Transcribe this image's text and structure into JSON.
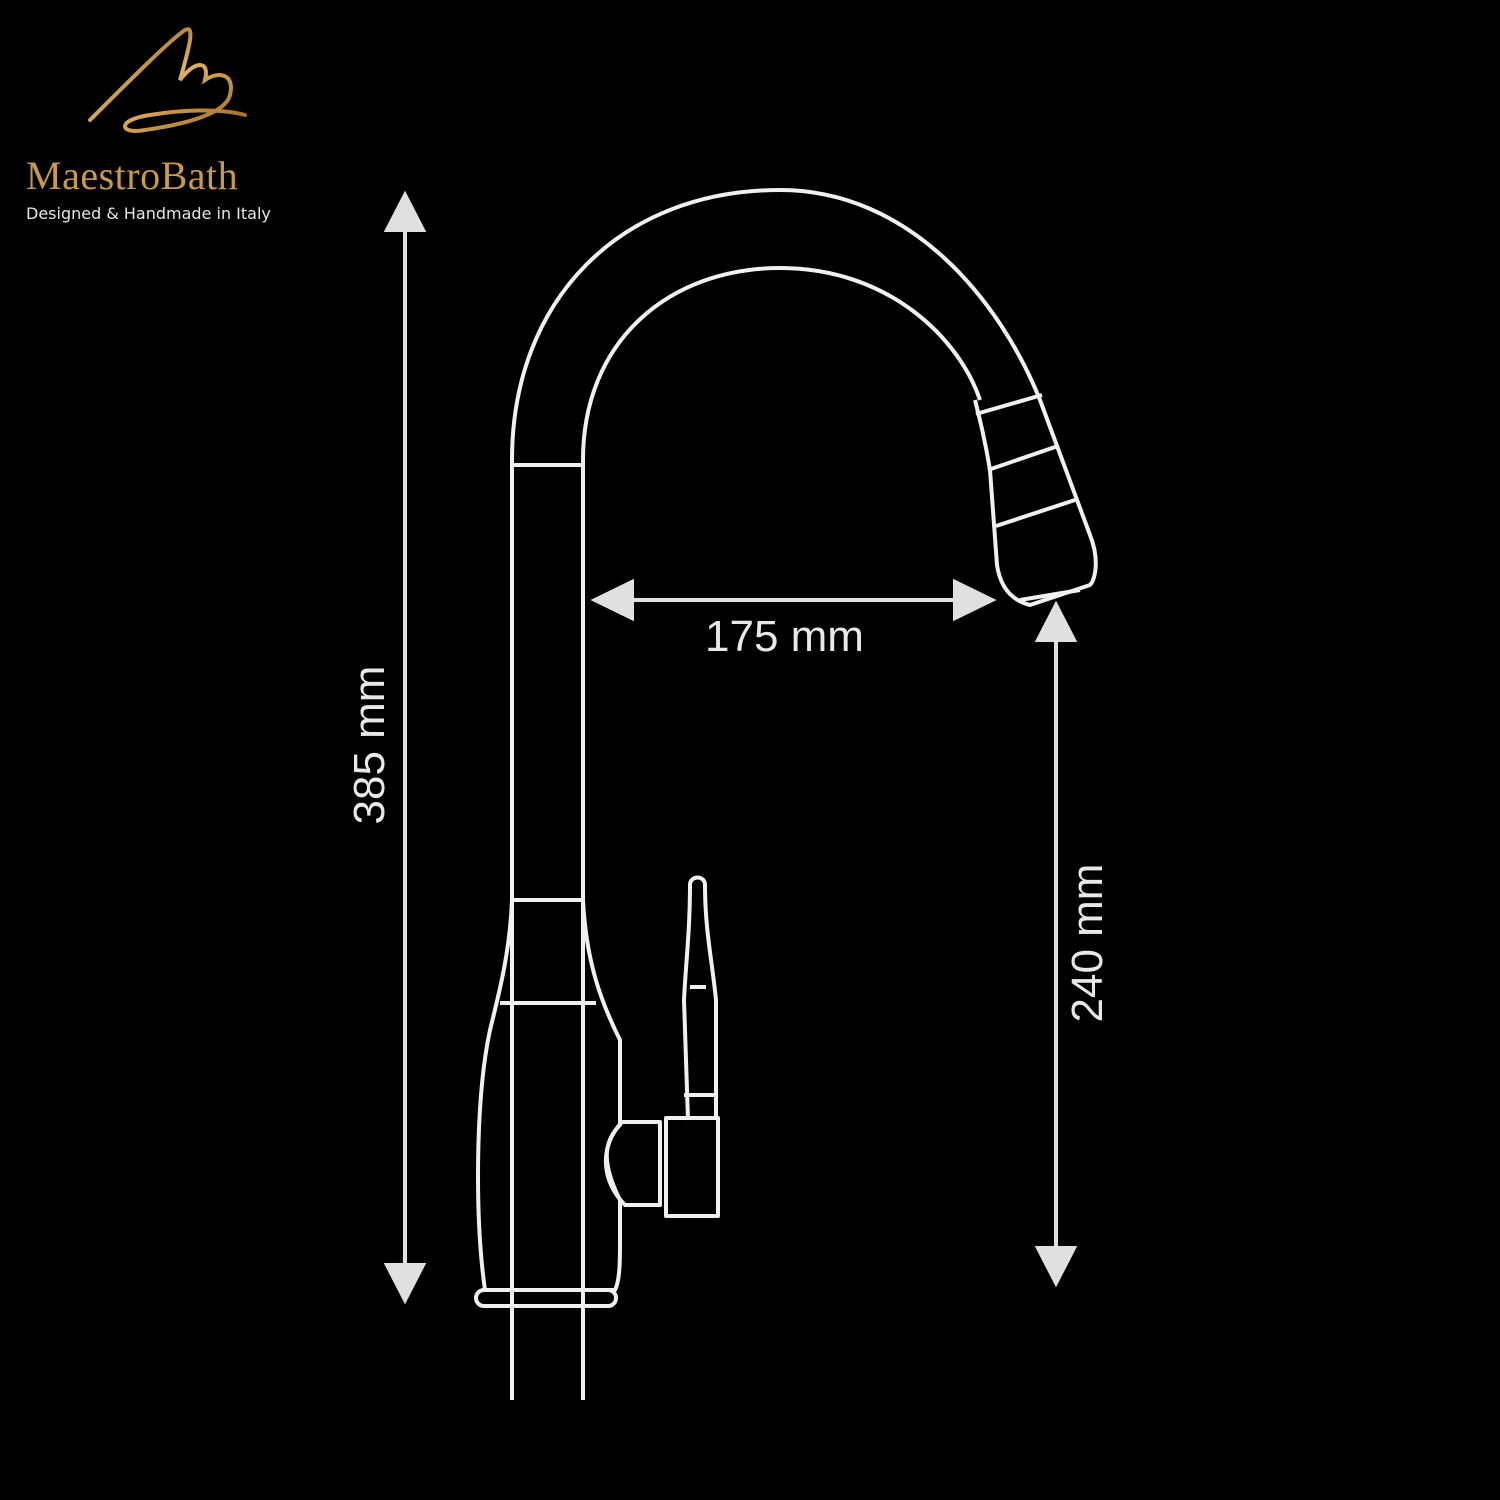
{
  "brand": {
    "name": "MaestroBath",
    "tagline": "Designed & Handmade in Italy",
    "logo_icon": "script-m-monogram-icon",
    "colors": {
      "gold": "#c99a4a",
      "tagline": "#e6e6e6"
    }
  },
  "drawing": {
    "subject": "kitchen faucet technical outline",
    "line_color": "#f0f0f0",
    "background": "#000000"
  },
  "dimensions": {
    "total_height": "385 mm",
    "spout_reach": "175 mm",
    "spout_clearance": "240 mm"
  }
}
